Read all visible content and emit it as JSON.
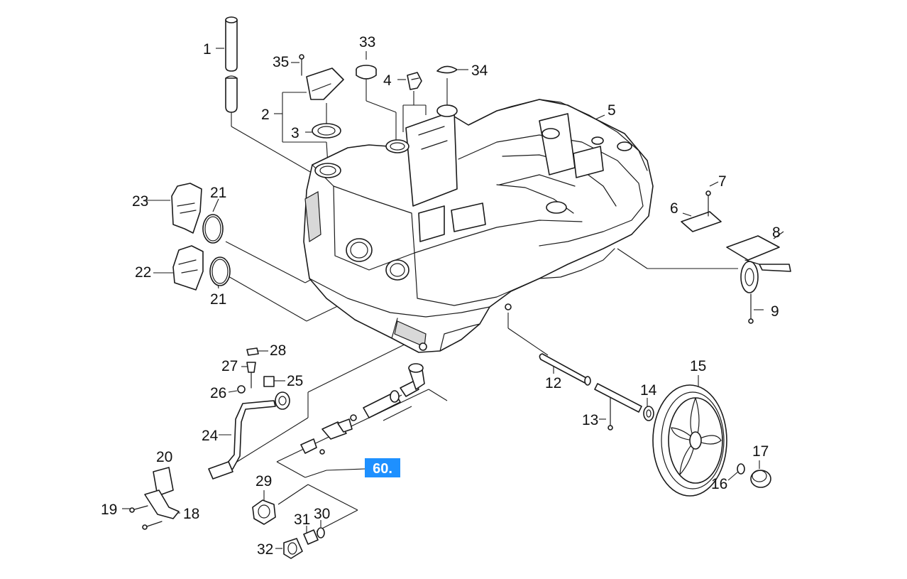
{
  "diagram": {
    "callouts": [
      {
        "id": "c1",
        "text": "1"
      },
      {
        "id": "c2",
        "text": "2"
      },
      {
        "id": "c3",
        "text": "3"
      },
      {
        "id": "c4",
        "text": "4"
      },
      {
        "id": "c5",
        "text": "5"
      },
      {
        "id": "c6",
        "text": "6"
      },
      {
        "id": "c7",
        "text": "7"
      },
      {
        "id": "c8",
        "text": "8"
      },
      {
        "id": "c9",
        "text": "9"
      },
      {
        "id": "c12",
        "text": "12"
      },
      {
        "id": "c13",
        "text": "13"
      },
      {
        "id": "c14",
        "text": "14"
      },
      {
        "id": "c15",
        "text": "15"
      },
      {
        "id": "c16",
        "text": "16"
      },
      {
        "id": "c17",
        "text": "17"
      },
      {
        "id": "c18",
        "text": "18"
      },
      {
        "id": "c19",
        "text": "19"
      },
      {
        "id": "c20",
        "text": "20"
      },
      {
        "id": "c21a",
        "text": "21"
      },
      {
        "id": "c21b",
        "text": "21"
      },
      {
        "id": "c22",
        "text": "22"
      },
      {
        "id": "c23",
        "text": "23"
      },
      {
        "id": "c24",
        "text": "24"
      },
      {
        "id": "c25",
        "text": "25"
      },
      {
        "id": "c26",
        "text": "26"
      },
      {
        "id": "c27",
        "text": "27"
      },
      {
        "id": "c28",
        "text": "28"
      },
      {
        "id": "c29",
        "text": "29"
      },
      {
        "id": "c30",
        "text": "30"
      },
      {
        "id": "c31",
        "text": "31"
      },
      {
        "id": "c32",
        "text": "32"
      },
      {
        "id": "c33",
        "text": "33"
      },
      {
        "id": "c34",
        "text": "34"
      },
      {
        "id": "c35",
        "text": "35"
      }
    ],
    "highlight": {
      "text": "60.",
      "color": "#1e90ff"
    }
  }
}
